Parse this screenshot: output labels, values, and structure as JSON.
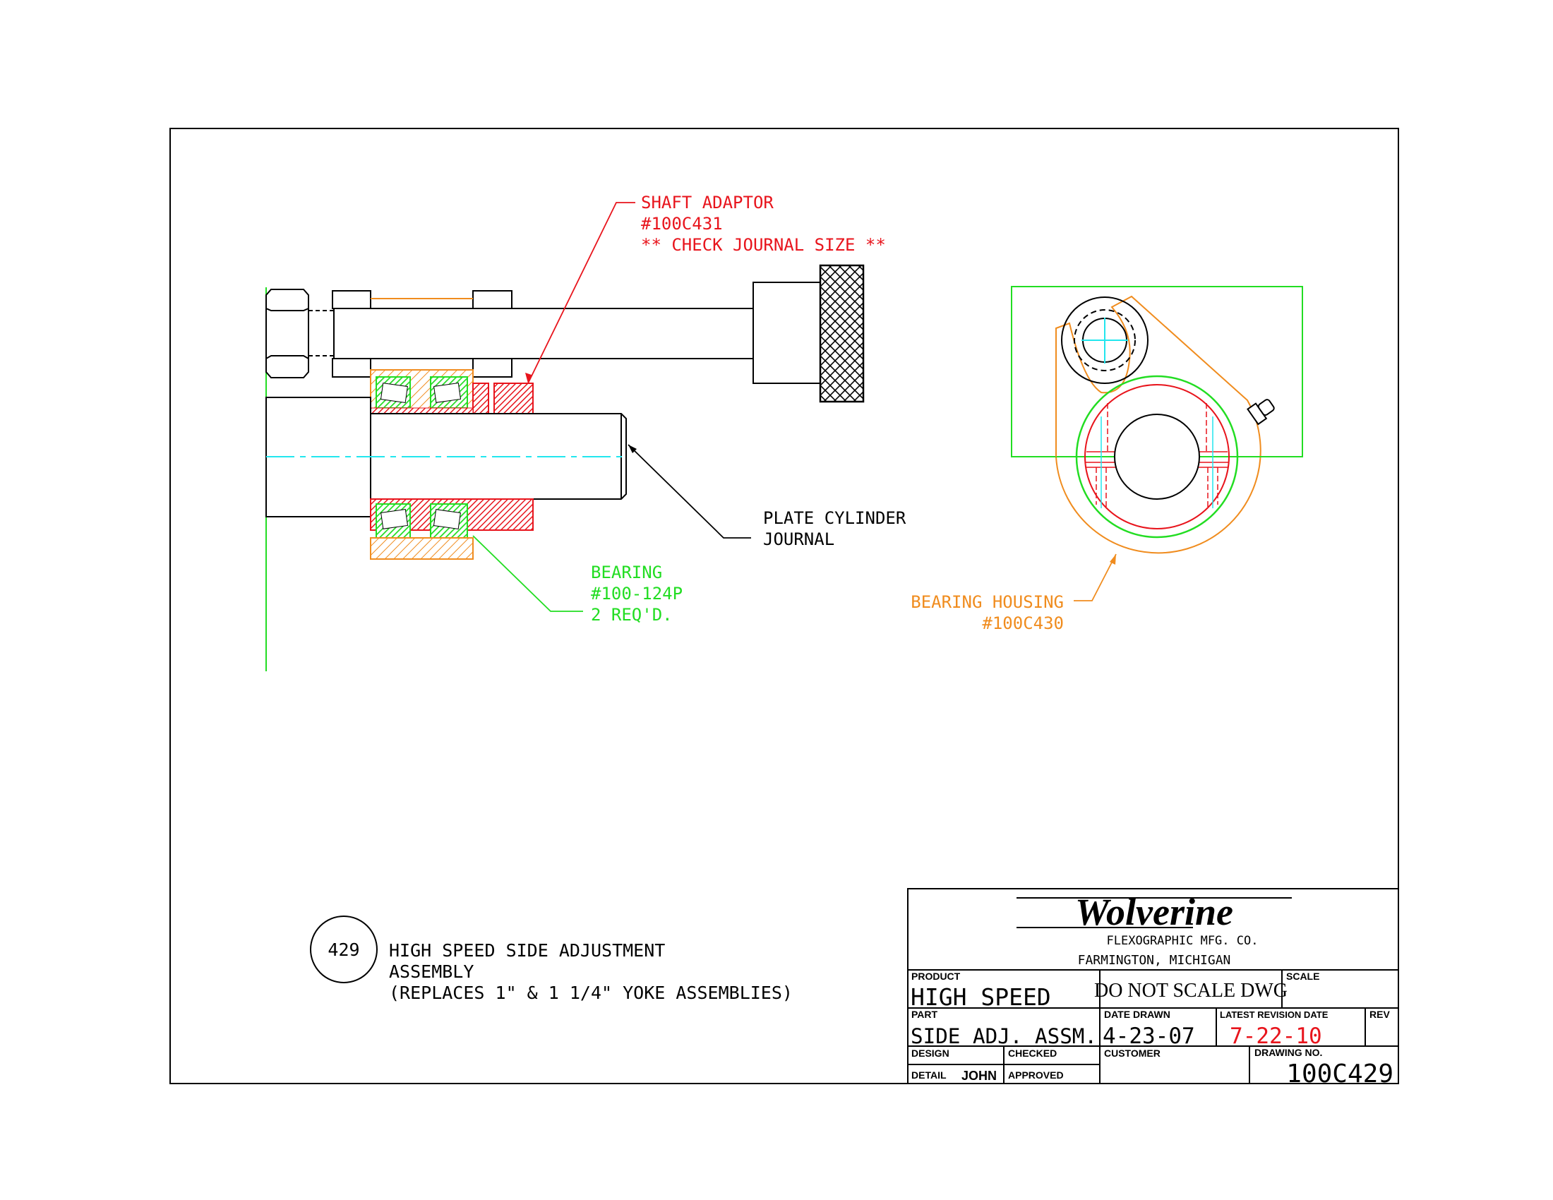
{
  "colors": {
    "red": "#e8141c",
    "green": "#22dd22",
    "orange": "#f08c1e",
    "cyan": "#22e6ee",
    "black": "#000000"
  },
  "callouts": {
    "shaft_adaptor": {
      "line1": "SHAFT ADAPTOR",
      "line2": "#100C431",
      "line3": "** CHECK JOURNAL SIZE **"
    },
    "plate_cylinder": {
      "line1": "PLATE CYLINDER",
      "line2": "JOURNAL"
    },
    "bearing": {
      "line1": "BEARING",
      "line2": "#100-124P",
      "line3": "2 REQ'D."
    },
    "bearing_housing": {
      "line1": "BEARING HOUSING",
      "line2": "#100C430"
    }
  },
  "assembly": {
    "number": "429",
    "line1": "HIGH SPEED SIDE ADJUSTMENT",
    "line2": "ASSEMBLY",
    "line3": "(REPLACES 1\" & 1 1/4\" YOKE ASSEMBLIES)"
  },
  "title_block": {
    "logo": "Wolverine",
    "company": "FLEXOGRAPHIC MFG. CO.",
    "location": "FARMINGTON, MICHIGAN",
    "product_label": "PRODUCT",
    "product_value": "HIGH SPEED",
    "note": "DO NOT SCALE DWG",
    "scale_label": "SCALE",
    "part_label": "PART",
    "part_value": "SIDE ADJ. ASSM.",
    "date_drawn_label": "DATE DRAWN",
    "date_drawn_value": "4-23-07",
    "revision_date_label": "LATEST REVISION DATE",
    "revision_date_value": "7-22-10",
    "rev_label": "REV",
    "design_label": "DESIGN",
    "checked_label": "CHECKED",
    "detail_label": "DETAIL",
    "detail_value": "JOHN",
    "approved_label": "APPROVED",
    "customer_label": "CUSTOMER",
    "drawing_no_label": "DRAWING NO.",
    "drawing_no_value": "100C429"
  }
}
